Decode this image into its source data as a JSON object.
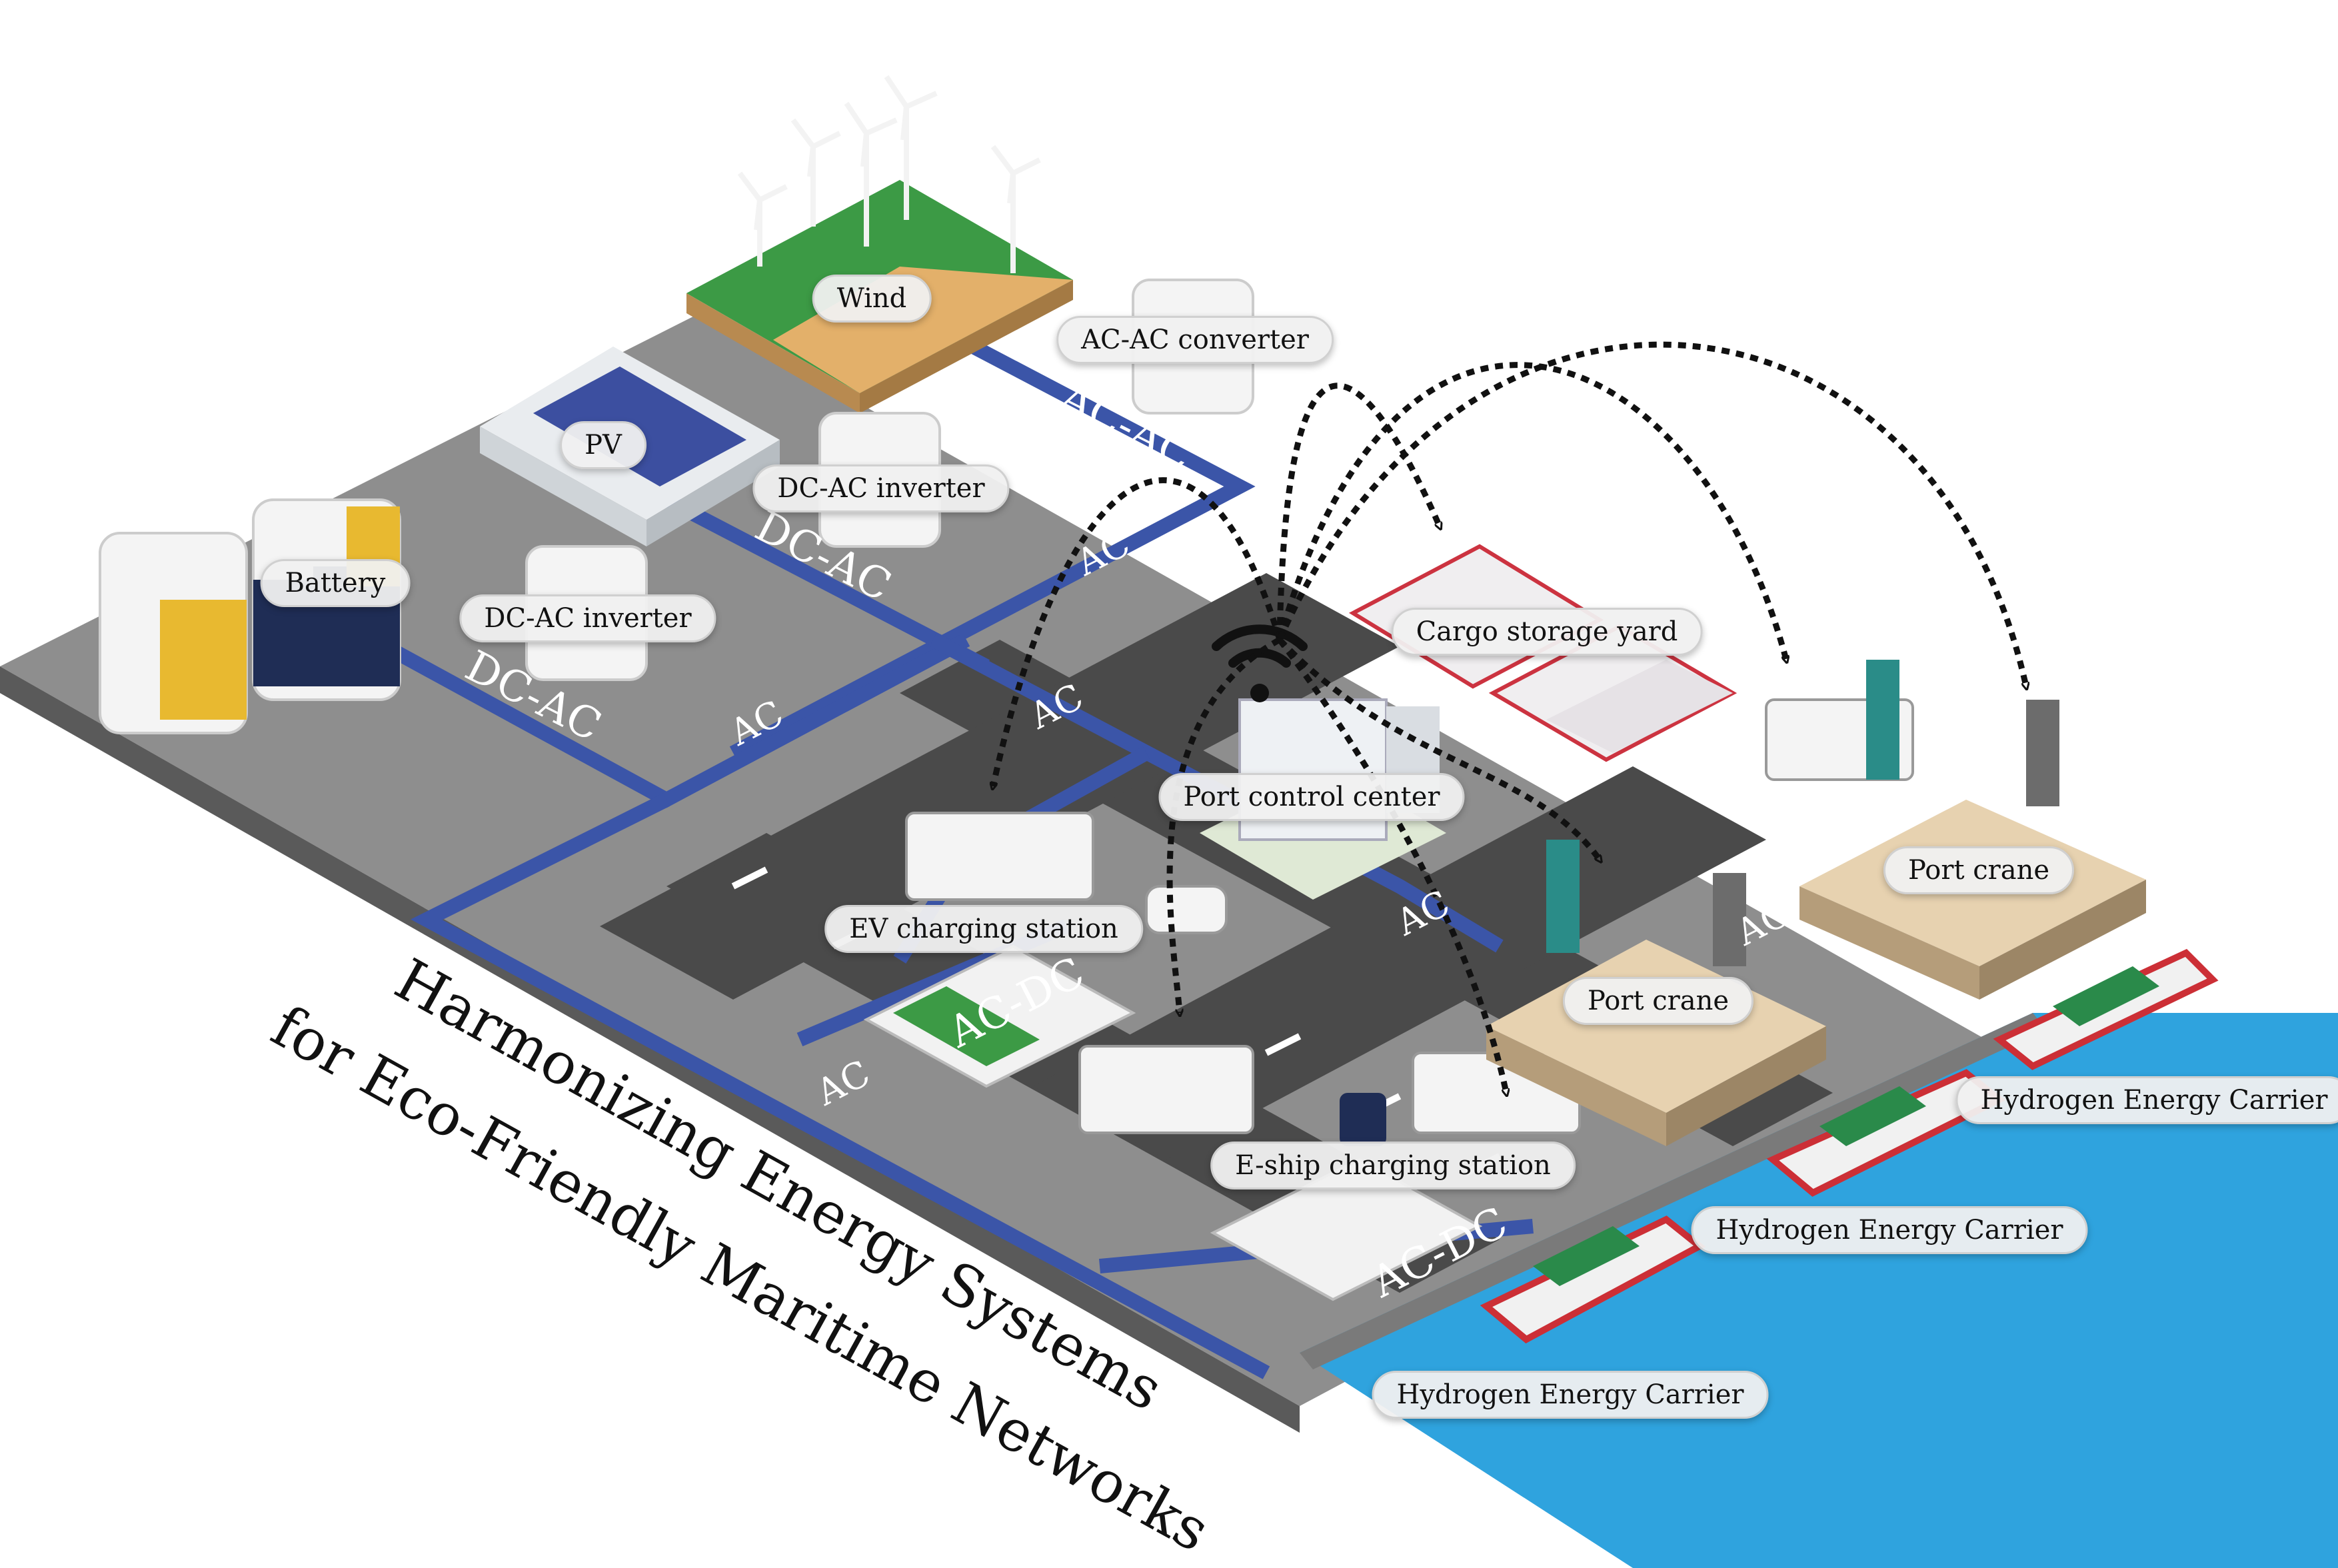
{
  "title": {
    "line1": "Harmonizing Energy Systems",
    "line2": "for Eco-Friendly Maritime Networks"
  },
  "components": {
    "wind": "Wind",
    "pv": "PV",
    "battery": "Battery",
    "ac_ac_converter": "AC-AC converter",
    "dc_ac_inverter_1": "DC-AC inverter",
    "dc_ac_inverter_2": "DC-AC inverter",
    "cargo_storage_yard": "Cargo storage yard",
    "port_control_center": "Port control center",
    "ev_charging_station": "EV charging station",
    "port_crane_1": "Port crane",
    "port_crane_2": "Port crane",
    "eship_charging_station": "E-ship charging station",
    "hydrogen_carrier_1": "Hydrogen Energy Carrier",
    "hydrogen_carrier_2": "Hydrogen Energy Carrier",
    "hydrogen_carrier_3": "Hydrogen Energy Carrier"
  },
  "line_labels": {
    "ac_ac": "AC-AC",
    "dc_ac_pv": "DC-AC",
    "dc_ac_battery": "DC-AC",
    "ac_1": "AC",
    "ac_2": "AC",
    "ac_3": "AC",
    "ac_4": "AC",
    "ac_5": "AC",
    "ac_6": "AC",
    "ac_dc_ev": "AC-DC",
    "ac_dc_ship": "AC-DC"
  },
  "colors": {
    "ground": "#8e8e8e",
    "road": "#4a4a4a",
    "power_line": "#3b55a8",
    "sea": "#2fa3de",
    "grass": "#3c9a45",
    "sand": "#e3b06a"
  },
  "icons": [
    "wifi-icon",
    "wind-turbine-icon",
    "solar-panel-icon",
    "battery-icon",
    "converter-icon",
    "truck-icon",
    "car-icon",
    "ship-icon",
    "crane-icon",
    "container-icon"
  ]
}
